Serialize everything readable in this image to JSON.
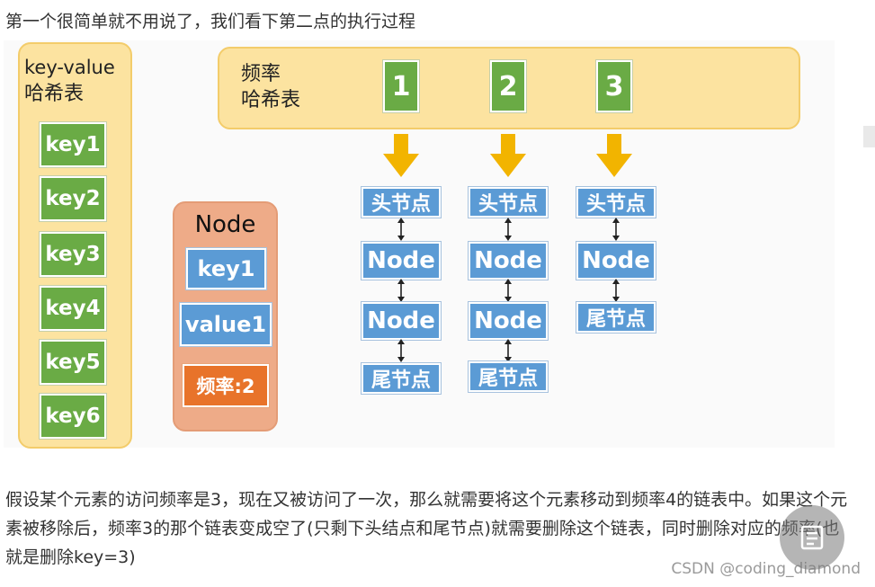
{
  "intro": "第一个很简单就不用说了，我们看下第二点的执行过程",
  "kv_table": {
    "title_line1": "key-value",
    "title_line2": "哈希表",
    "keys": [
      "key1",
      "key2",
      "key3",
      "key4",
      "key5",
      "key6"
    ]
  },
  "freq_table": {
    "title_line1": "频率",
    "title_line2": "哈希表",
    "freqs": [
      "1",
      "2",
      "3"
    ]
  },
  "lists": [
    {
      "items": [
        "头节点",
        "Node",
        "Node",
        "尾节点"
      ]
    },
    {
      "items": [
        "头节点",
        "Node",
        "Node",
        "尾节点"
      ]
    },
    {
      "items": [
        "头节点",
        "Node",
        "尾节点"
      ]
    }
  ],
  "node_panel": {
    "title": "Node",
    "key": "key1",
    "value": "value1",
    "freq": "频率:2"
  },
  "paragraph": "假设某个元素的访问频率是3，现在又被访问了一次，那么就需要将这个元素移动到频率4的链表中。如果这个元素被移除后，频率3的那个链表变成空了(只剩下头结点和尾节点)就需要删除这个链表，同时删除对应的频率(也就是删除key=3)",
  "watermark": "CSDN @coding_diamond",
  "colors": {
    "yellow_panel": "#fce3a0",
    "green": "#6aab45",
    "blue": "#5b9bd5",
    "orange": "#e8732a",
    "node_panel": "#eeab88",
    "arrow": "#f2b400"
  }
}
